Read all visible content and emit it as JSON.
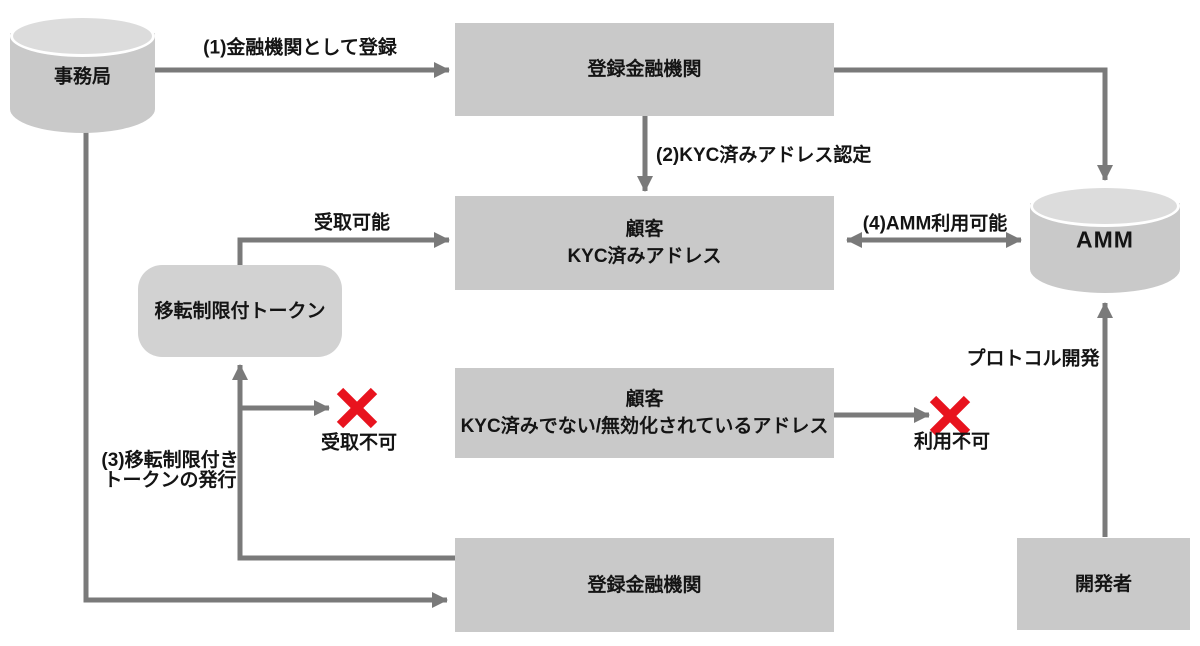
{
  "diagram": {
    "nodes": {
      "secretariat": {
        "label": "事務局"
      },
      "registered_fi_top": {
        "label": "登録金融機関"
      },
      "customer_kyc": {
        "label_line1": "顧客",
        "label_line2": "KYC済みアドレス"
      },
      "amm": {
        "label": "AMM"
      },
      "restricted_token": {
        "label": "移転制限付トークン"
      },
      "customer_no_kyc": {
        "label_line1": "顧客",
        "label_line2": "KYC済みでない/無効化されているアドレス"
      },
      "registered_fi_bottom": {
        "label": "登録金融機関"
      },
      "developer": {
        "label": "開発者"
      }
    },
    "edge_labels": {
      "register_fi": "(1)金融機関として登録",
      "kyc_certify": "(2)KYC済みアドレス認定",
      "token_issue_line1": "(3)移転制限付き",
      "token_issue_line2": "トークンの発行",
      "amm_usable": "(4)AMM利用可能",
      "receive_ok": "受取可能",
      "receive_ng": "受取不可",
      "use_ng": "利用不可",
      "protocol_dev": "プロトコル開発"
    },
    "colors": {
      "node_fill": "#c9c9c9",
      "rounded_node_fill": "#d2d2d2",
      "cylinder_top_fill": "#dcdcdc",
      "arrow": "#7a7a7a",
      "cross": "#e8131e",
      "text": "#141414"
    }
  }
}
